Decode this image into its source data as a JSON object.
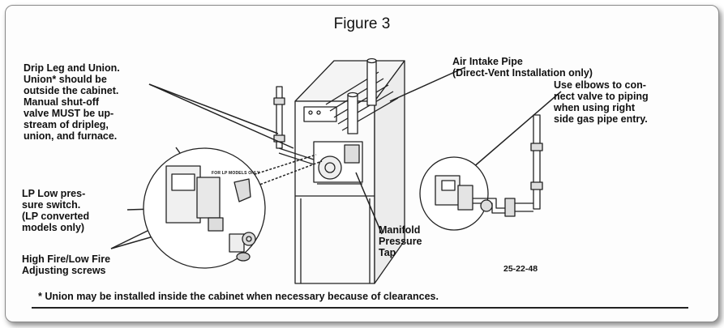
{
  "title": "Figure 3",
  "callouts": {
    "drip_leg": "Drip Leg and Union.\nUnion* should be\noutside the cabinet.\nManual  shut-off\nvalve MUST be up-\nstream of dripleg,\nunion, and  furnace.",
    "lp_switch": "LP Low  pres-\nsure switch.\n(LP converted\nmodels only)",
    "adjusting_screws": "High Fire/Low Fire\nAdjusting screws",
    "air_intake": "Air Intake Pipe\n(Direct-Vent Installation only)",
    "elbows": "Use elbows to con-\nnect valve to piping\nwhen using right\nside gas pipe entry.",
    "manifold_tap": "Manifold\nPressure\nTap",
    "lp_models_tag": "FOR LP MODELS ONLY"
  },
  "part_number": "25-22-48",
  "footnote": "* Union may be installed inside the cabinet  when necessary because of clearances."
}
